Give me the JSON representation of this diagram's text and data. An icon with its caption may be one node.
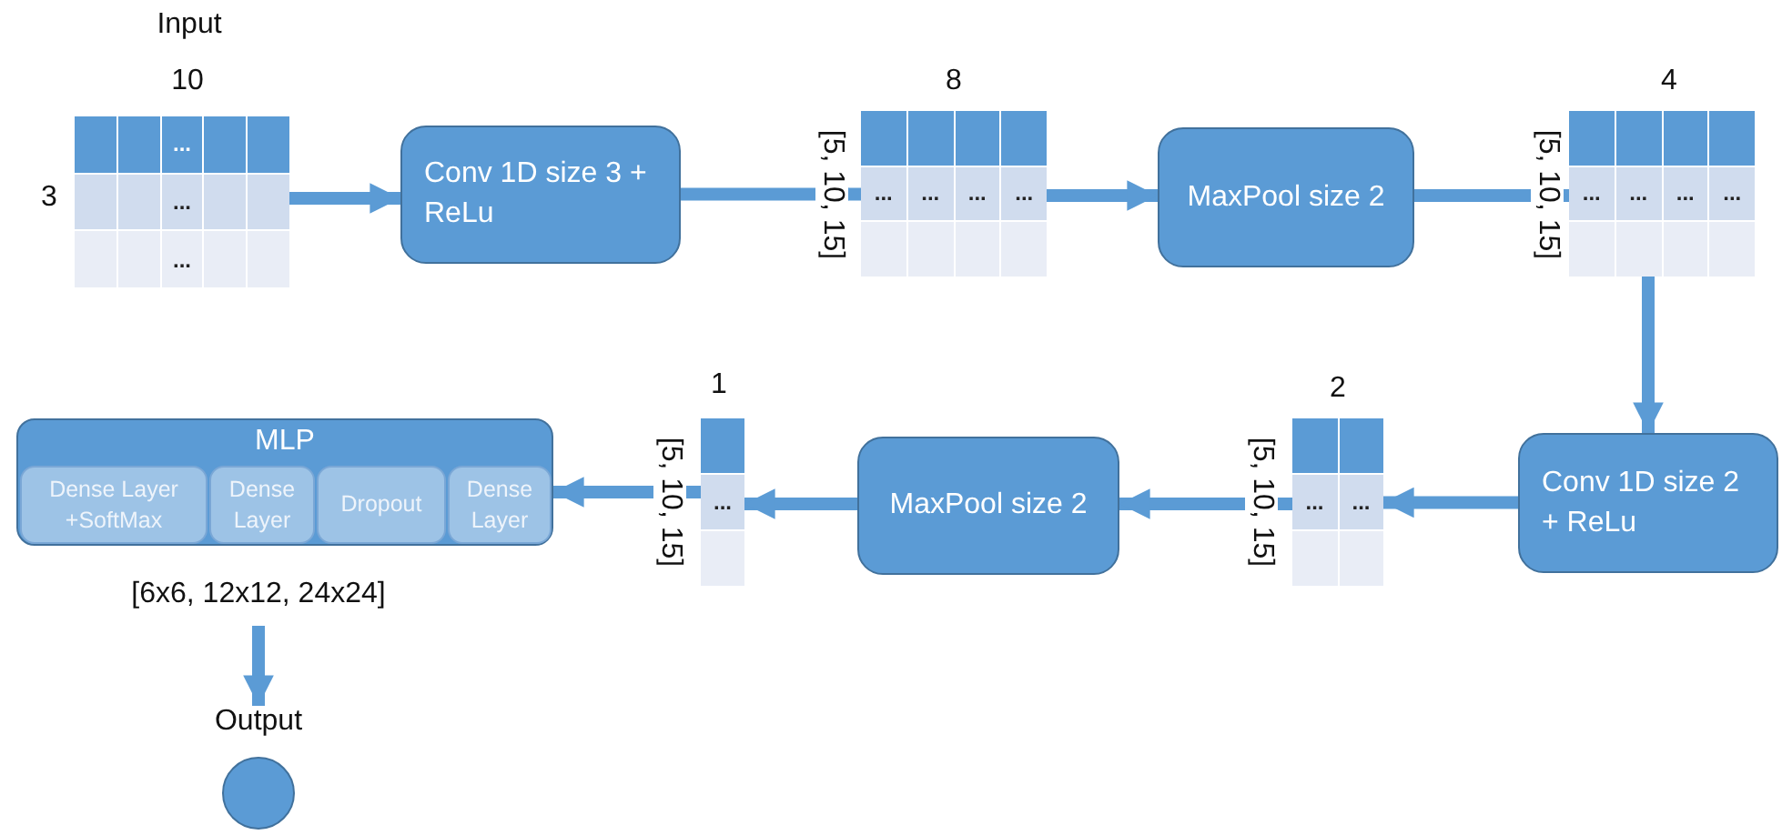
{
  "diagram": {
    "nodes": [
      {
        "text": [
          "...",
          "...",
          "..."
        ],
        "beside": [
          "Input",
          "10",
          "3"
        ]
      },
      {
        "text": [
          "Conv 1D size 3 + ReLu"
        ]
      },
      {
        "text": [
          "...",
          "...",
          "...",
          "..."
        ],
        "beside": [
          "8",
          "[5, 10, 15]"
        ]
      },
      {
        "text": [
          "MaxPool size 2"
        ]
      },
      {
        "text": [
          "...",
          "...",
          "...",
          "..."
        ],
        "beside": [
          "4",
          "[5, 10, 15]"
        ]
      },
      {
        "text": [
          "Conv 1D size 2 + ReLu"
        ]
      },
      {
        "text": [
          "...",
          "..."
        ],
        "beside": [
          "2",
          "[5, 10, 15]"
        ]
      },
      {
        "text": [
          "MaxPool size 2"
        ]
      },
      {
        "text": [
          "..."
        ],
        "beside": [
          "1",
          "[5, 10, 15]"
        ]
      },
      {
        "text": [
          "MLP"
        ],
        "beside": [
          "[6x6, 12x12, 24x24]"
        ]
      },
      {
        "text": [
          "Dense Layer +SoftMax"
        ],
        "in": 9
      },
      {
        "text": [
          "Dense Layer"
        ],
        "in": 9
      },
      {
        "text": [
          "Dropout"
        ],
        "in": 9
      },
      {
        "text": [
          "Dense Layer"
        ],
        "in": 9
      },
      {
        "text": [
          "Output"
        ]
      }
    ],
    "edges": [
      {
        "from": 0,
        "to": 1,
        "arrow": "to"
      },
      {
        "from": 1,
        "to": 2,
        "arrow": "to"
      },
      {
        "from": 2,
        "to": 3,
        "arrow": "to"
      },
      {
        "from": 3,
        "to": 4,
        "arrow": "to"
      },
      {
        "from": 4,
        "to": 5,
        "arrow": "to"
      },
      {
        "from": 5,
        "to": 6,
        "arrow": "to"
      },
      {
        "from": 6,
        "to": 7,
        "arrow": "to"
      },
      {
        "from": 7,
        "to": 8,
        "arrow": "to"
      },
      {
        "from": 8,
        "to": 9,
        "arrow": "to"
      },
      {
        "from": 9,
        "to": 14,
        "arrow": "to"
      }
    ]
  }
}
